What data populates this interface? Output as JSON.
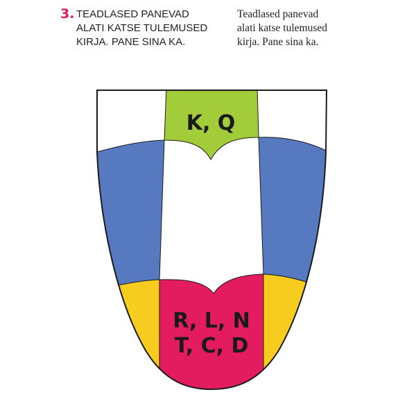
{
  "instruction": {
    "number": "3.",
    "caps_lines": [
      "TEADLASED PANEVAD",
      "ALATI KATSE TULEMUSED",
      "KIRJA. PANE SINA KA."
    ],
    "serif_lines": [
      "Teadlased panevad",
      "alati katse tulemused",
      "kirja. Pane sina ka."
    ]
  },
  "tongue": {
    "back_label": "K, Q",
    "tip_label_lines": [
      "R, L, N",
      "T, C, D"
    ],
    "colors": {
      "green": "#a2cc3a",
      "blue": "#5679bf",
      "yellow": "#f6cd1f",
      "pink": "#e31c60",
      "outline": "#1a1a1a"
    }
  }
}
